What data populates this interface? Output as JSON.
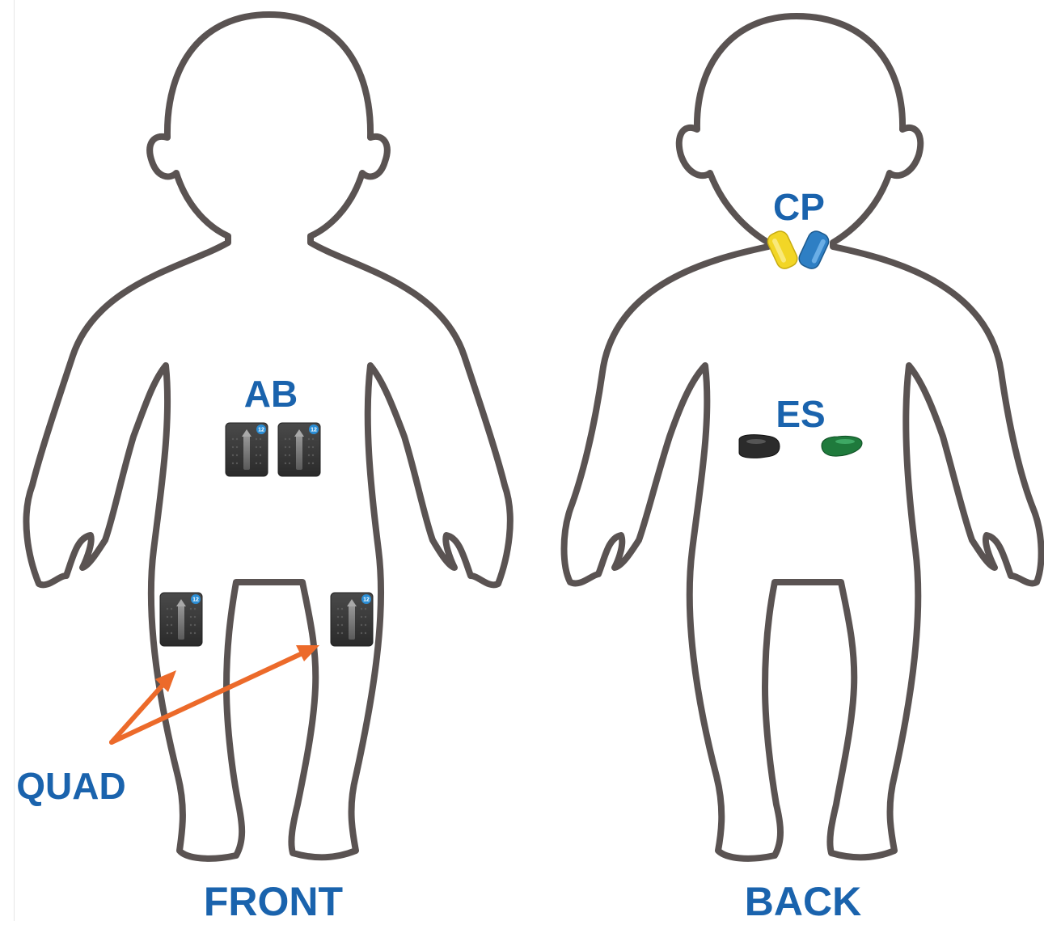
{
  "labels": {
    "front": "FRONT",
    "back": "BACK",
    "ab": "AB",
    "quad": "QUAD",
    "cp": "CP",
    "es": "ES"
  },
  "sensor_badge": "12",
  "colors": {
    "outline": "#5a5352",
    "label": "#1a63ad",
    "arrow": "#ec6a2a",
    "sensor_body": "#3d3d3d",
    "sensor_badge": "#2a8ed6",
    "cp_left": "#f2d626",
    "cp_right": "#2e7fc4",
    "es_left": "#2b2b2b",
    "es_right": "#1f7a3c"
  }
}
